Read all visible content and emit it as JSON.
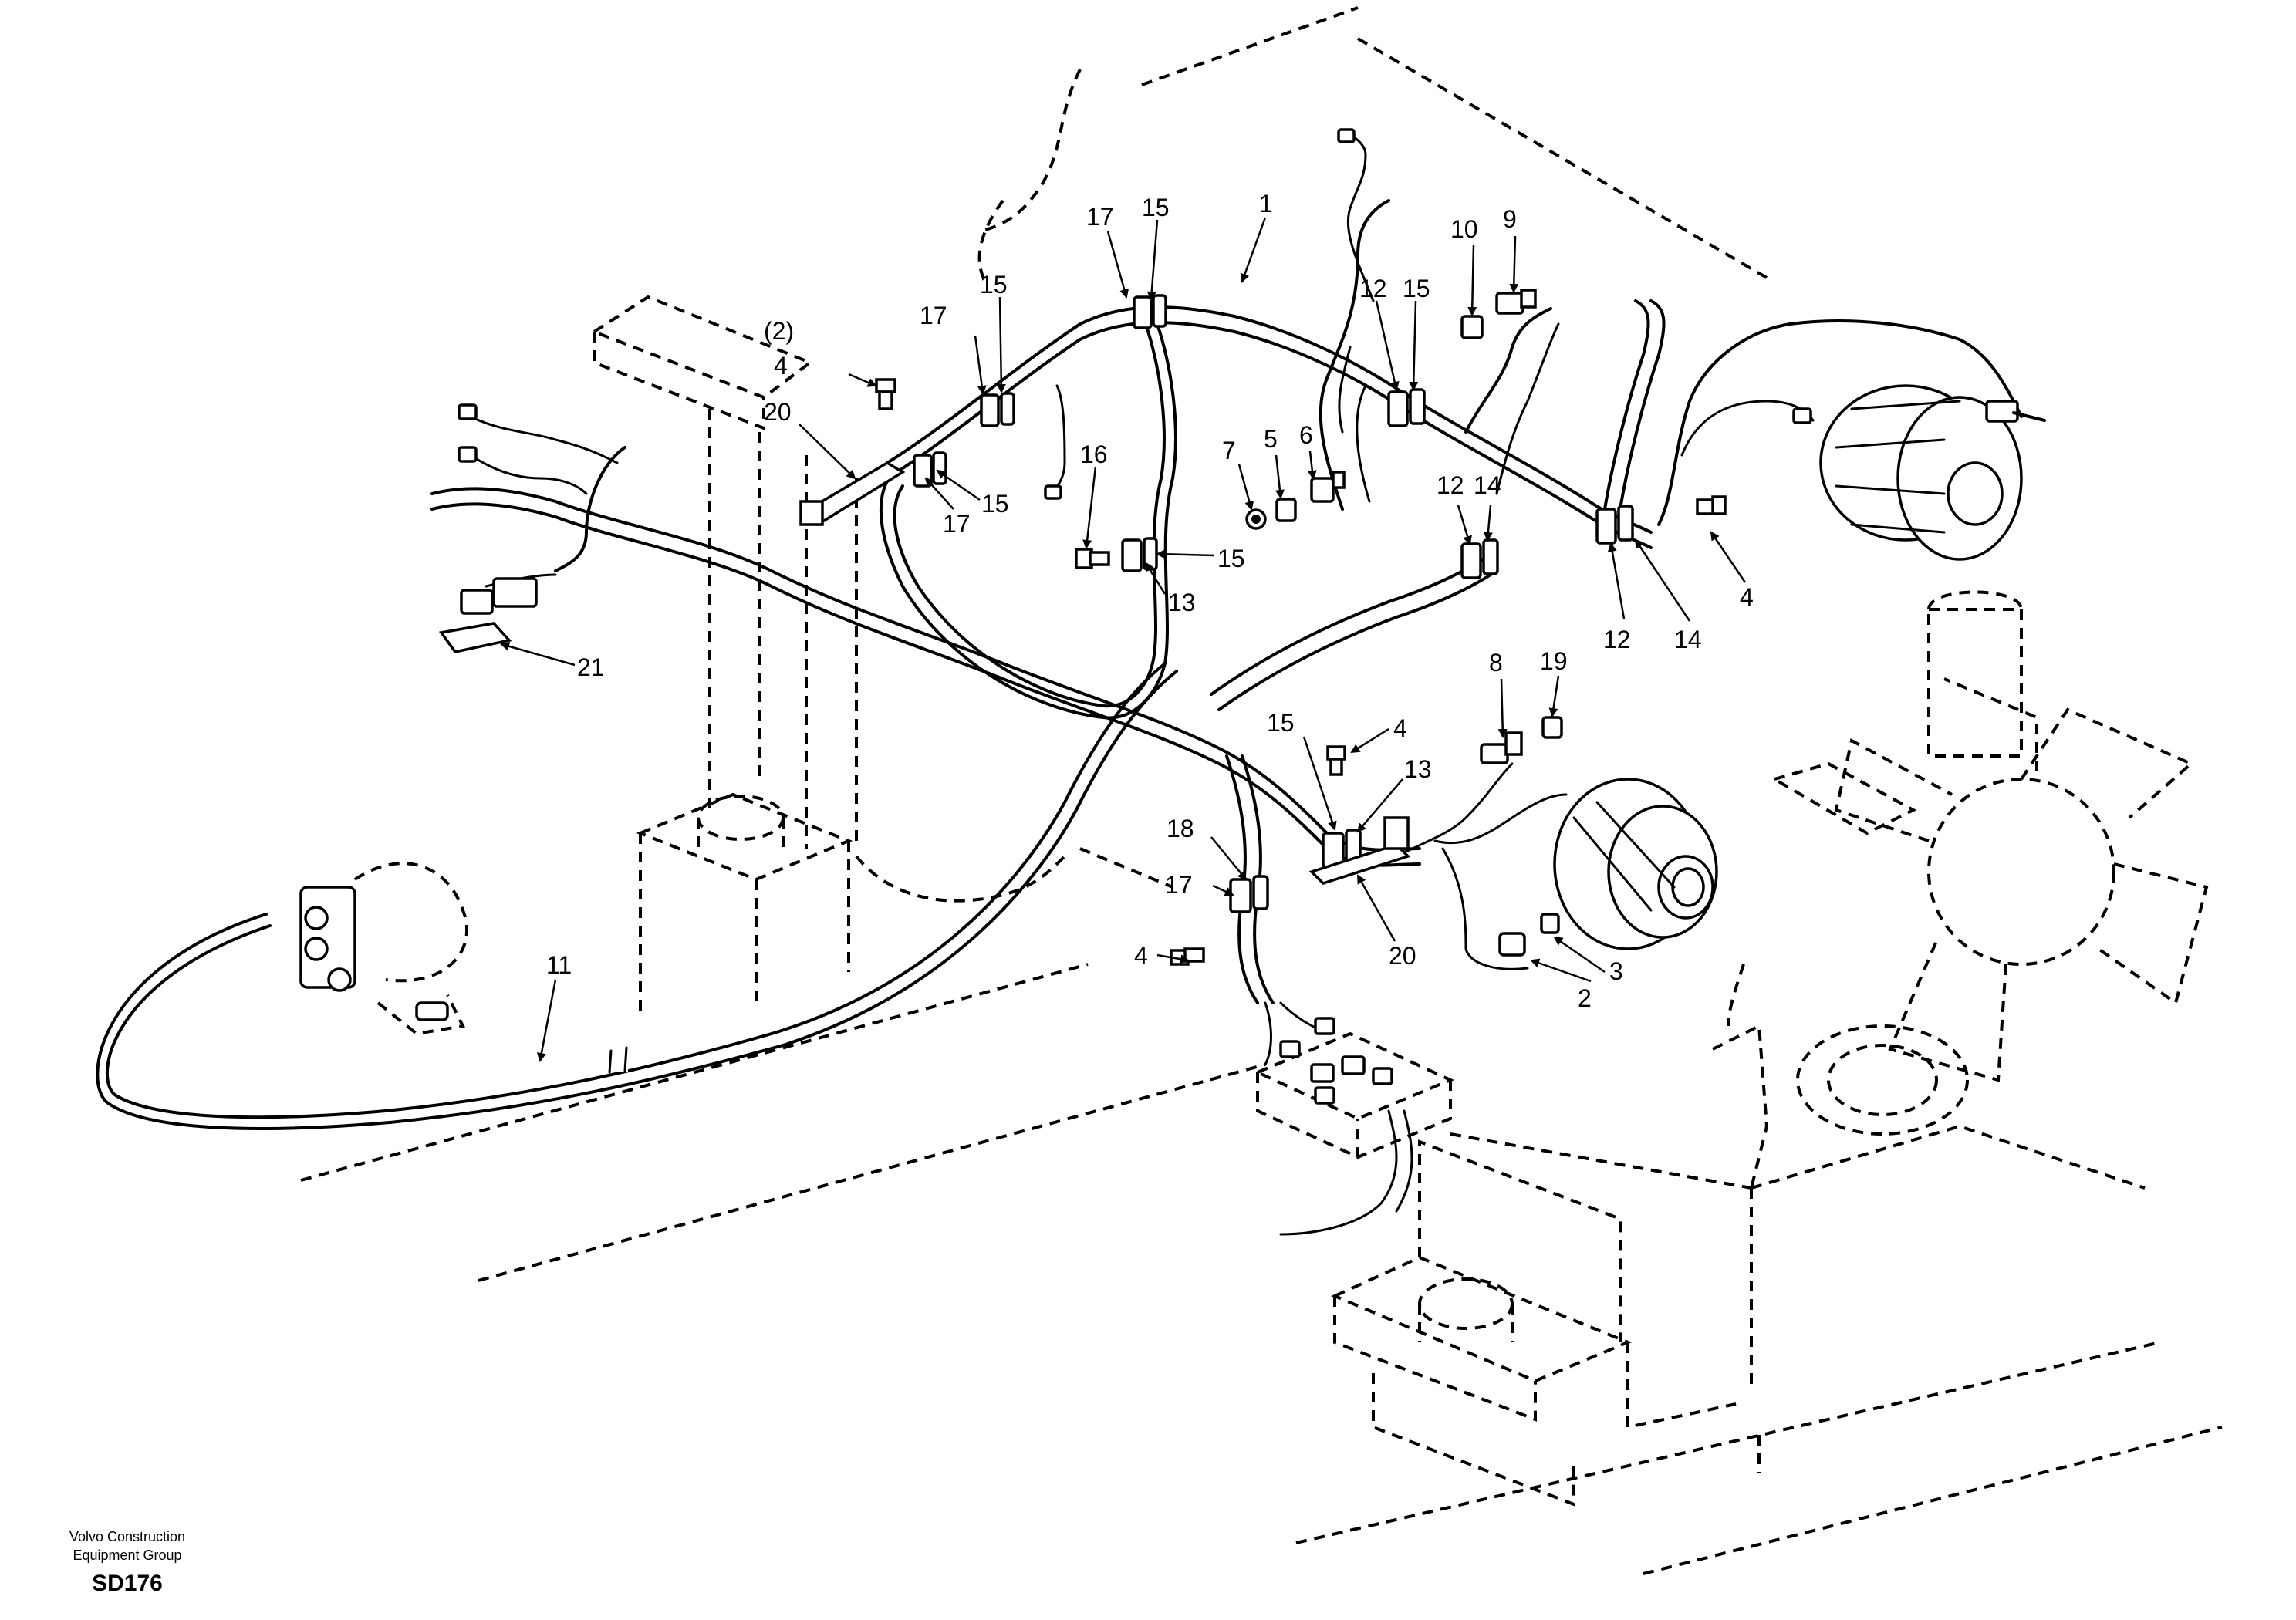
{
  "diagram": {
    "callouts": [
      {
        "id": "c1",
        "label": "1"
      },
      {
        "id": "c2",
        "label": "2"
      },
      {
        "id": "c3",
        "label": "3"
      },
      {
        "id": "c4a",
        "label": "4",
        "qty": "(2)"
      },
      {
        "id": "c4b",
        "label": "4"
      },
      {
        "id": "c4c",
        "label": "4"
      },
      {
        "id": "c4d",
        "label": "4"
      },
      {
        "id": "c5",
        "label": "5"
      },
      {
        "id": "c6",
        "label": "6"
      },
      {
        "id": "c7",
        "label": "7"
      },
      {
        "id": "c8",
        "label": "8"
      },
      {
        "id": "c9",
        "label": "9"
      },
      {
        "id": "c10",
        "label": "10"
      },
      {
        "id": "c11",
        "label": "11"
      },
      {
        "id": "c12a",
        "label": "12"
      },
      {
        "id": "c12b",
        "label": "12"
      },
      {
        "id": "c12c",
        "label": "12"
      },
      {
        "id": "c13a",
        "label": "13"
      },
      {
        "id": "c13b",
        "label": "13"
      },
      {
        "id": "c14a",
        "label": "14"
      },
      {
        "id": "c14b",
        "label": "14"
      },
      {
        "id": "c15a",
        "label": "15"
      },
      {
        "id": "c15b",
        "label": "15"
      },
      {
        "id": "c15c",
        "label": "15"
      },
      {
        "id": "c15d",
        "label": "15"
      },
      {
        "id": "c15e",
        "label": "15"
      },
      {
        "id": "c15f",
        "label": "15"
      },
      {
        "id": "c16",
        "label": "16"
      },
      {
        "id": "c17a",
        "label": "17"
      },
      {
        "id": "c17b",
        "label": "17"
      },
      {
        "id": "c17c",
        "label": "17"
      },
      {
        "id": "c17d",
        "label": "17"
      },
      {
        "id": "c18",
        "label": "18"
      },
      {
        "id": "c19",
        "label": "19"
      },
      {
        "id": "c20a",
        "label": "20"
      },
      {
        "id": "c20b",
        "label": "20"
      },
      {
        "id": "c21",
        "label": "21"
      }
    ]
  },
  "footer": {
    "company_line1": "Volvo Construction",
    "company_line2": "Equipment Group",
    "code": "SD176"
  }
}
